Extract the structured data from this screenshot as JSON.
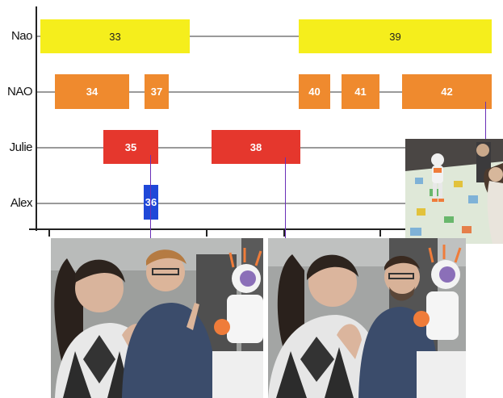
{
  "rows": [
    {
      "label": "Nao"
    },
    {
      "label": "NAO"
    },
    {
      "label": "Julie"
    },
    {
      "label": "Alex"
    }
  ],
  "events": [
    {
      "label": "33",
      "row": "Nao",
      "color": "#f5ee1c"
    },
    {
      "label": "39",
      "row": "Nao",
      "color": "#f5ee1c"
    },
    {
      "label": "34",
      "row": "NAO",
      "color": "#ef8a2e"
    },
    {
      "label": "37",
      "row": "NAO",
      "color": "#ef8a2e"
    },
    {
      "label": "40",
      "row": "NAO",
      "color": "#ef8a2e"
    },
    {
      "label": "41",
      "row": "NAO",
      "color": "#ef8a2e"
    },
    {
      "label": "42",
      "row": "NAO",
      "color": "#ef8a2e"
    },
    {
      "label": "35",
      "row": "Julie",
      "color": "#e5372d"
    },
    {
      "label": "38",
      "row": "Julie",
      "color": "#e5372d"
    },
    {
      "label": "36",
      "row": "Alex",
      "color": "#1f48d8"
    }
  ],
  "colors": {
    "axis": "#222222",
    "lane": "#9a9a9a",
    "connector": "#6a2fb8"
  }
}
